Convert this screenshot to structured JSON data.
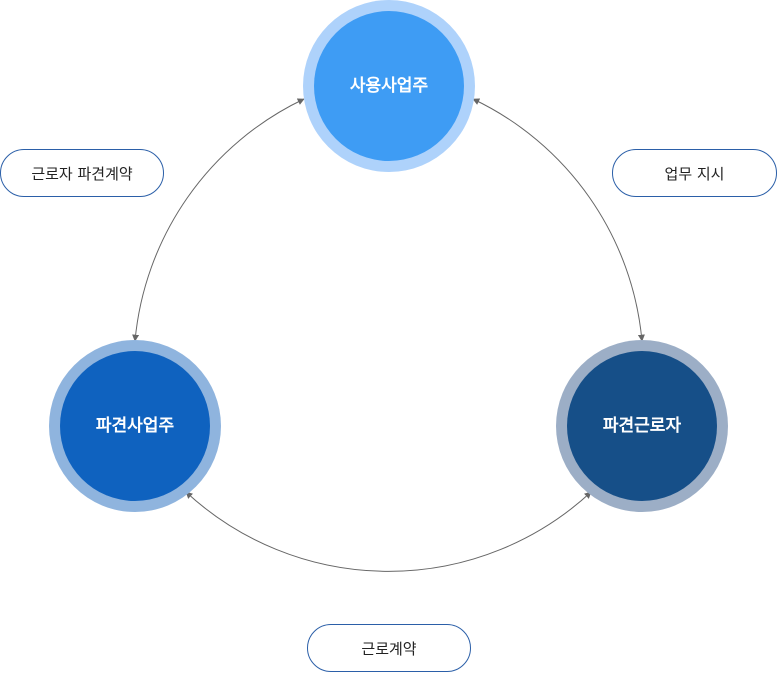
{
  "nodes": {
    "user_employer": {
      "label": "사용사업주",
      "fill": "#3e9cf4",
      "ring": "#aed2fb"
    },
    "dispatch_employer": {
      "label": "파견사업주",
      "fill": "#0f62bf",
      "ring": "#8fb4de"
    },
    "dispatched_worker": {
      "label": "파견근로자",
      "fill": "#164f88",
      "ring": "#9caec6"
    }
  },
  "relations": {
    "worker_dispatch_contract": "근로자 파견계약",
    "work_instruction": "업무 지시",
    "employment_contract": "근로계약"
  },
  "colors": {
    "connector": "#666666",
    "pill_border": "#2b5fa8"
  }
}
